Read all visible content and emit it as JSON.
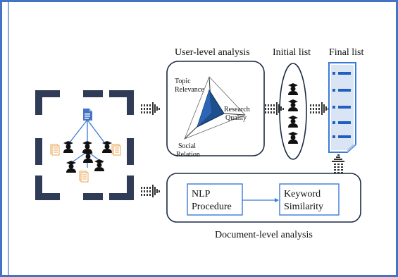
{
  "headings": {
    "user_level": "User-level analysis",
    "initial_list": "Initial list",
    "final_list": "Final list",
    "document_level": "Document-level analysis"
  },
  "radar": {
    "topic_relevance": [
      "Topic",
      "Relevance"
    ],
    "research_quality": [
      "Research",
      "Quality"
    ],
    "social_relation": [
      "Social",
      "Relation"
    ]
  },
  "doc_boxes": {
    "nlp": [
      "NLP",
      "Procedure"
    ],
    "keyword": [
      "Keyword",
      "Similarity"
    ]
  },
  "colors": {
    "border": "#4472c4",
    "dark_navy": "#2f3b57",
    "radar_blue": "#1f4e8c",
    "doc_blue": "#3a7bd5",
    "paper": "#e8a552"
  },
  "icons": {
    "user": "graduation-cap-user-icon",
    "document": "blue-document-icon",
    "paper": "paper-stack-icon",
    "arrow": "dashed-right-arrow-icon"
  }
}
